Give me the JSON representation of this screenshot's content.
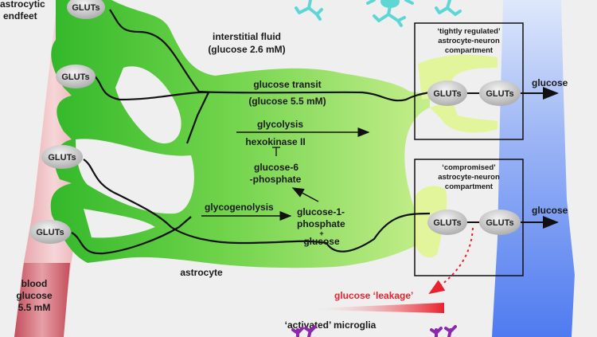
{
  "labels": {
    "astrocytic_endfeet": [
      "astrocytic",
      "endfeet"
    ],
    "interstitial_fluid": [
      "interstitial fluid",
      "(glucose 2.6 mM)"
    ],
    "glucose_transit": "glucose transit",
    "glucose_transit_conc": "(glucose 5.5 mM)",
    "glycolysis": "glycolysis",
    "hexokinase": "hexokinase II",
    "g6p": [
      "glucose-6",
      "-phosphate"
    ],
    "glycogenolysis": "glycogenolysis",
    "g1p": [
      "glucose-1-",
      "phosphate",
      "+",
      "glucose"
    ],
    "astrocyte": "astrocyte",
    "blood_glucose": [
      "blood",
      "glucose",
      "5.5 mM"
    ],
    "glucose_leakage": "glucose ‘leakage’",
    "activated_microglia": "‘activated’ microglia",
    "output_glucose_top": "glucose",
    "output_glucose_bottom": "glucose"
  },
  "compartments": {
    "top": [
      "‘tightly regulated’",
      "astrocyte-neuron",
      "compartment"
    ],
    "bottom": [
      "‘compromised’",
      "astrocyte-neuron",
      "compartment"
    ]
  },
  "transporter_label": "GLUTs",
  "colors": {
    "astrocyte_dark": "#3cbf2c",
    "astrocyte_light": "#c8ef8a",
    "neuron_process": "#e3f59a",
    "vessel_pink": "#e8a0a6",
    "vessel_red": "#c85a66",
    "blood_vessel_blue": "#5c86f0",
    "leakage_red": "#e8222e",
    "neuron_cyan": "#5fd6d6",
    "microglia_purple": "#8a2aa8"
  }
}
